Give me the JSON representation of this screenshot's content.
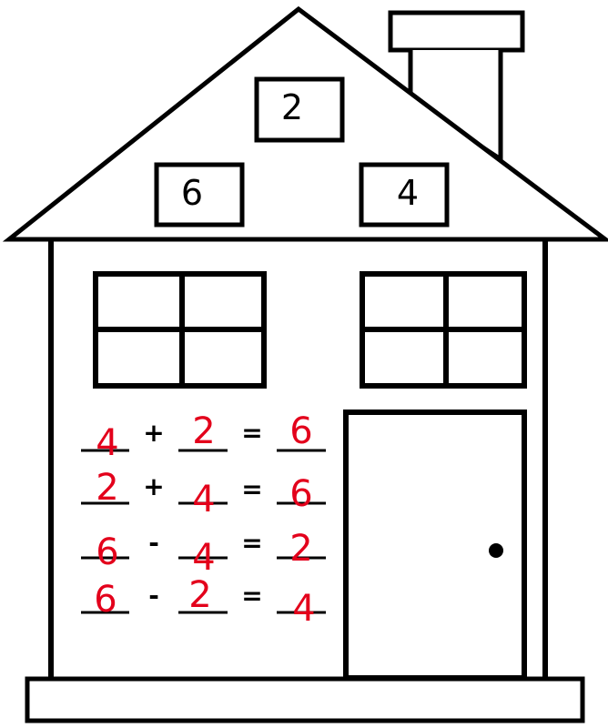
{
  "colors": {
    "outline": "#000000",
    "answer_ink": "#e3001b",
    "background": "#ffffff"
  },
  "roof_numbers": {
    "top": "2",
    "left": "6",
    "right": "4"
  },
  "equations": [
    {
      "a": "4",
      "op": "+",
      "b": "2",
      "eq": "=",
      "result": "6"
    },
    {
      "a": "2",
      "op": "+",
      "b": "4",
      "eq": "=",
      "result": "6"
    },
    {
      "a": "6",
      "op": "-",
      "b": "4",
      "eq": "=",
      "result": "2"
    },
    {
      "a": "6",
      "op": "-",
      "b": "2",
      "eq": "=",
      "result": "4"
    }
  ]
}
